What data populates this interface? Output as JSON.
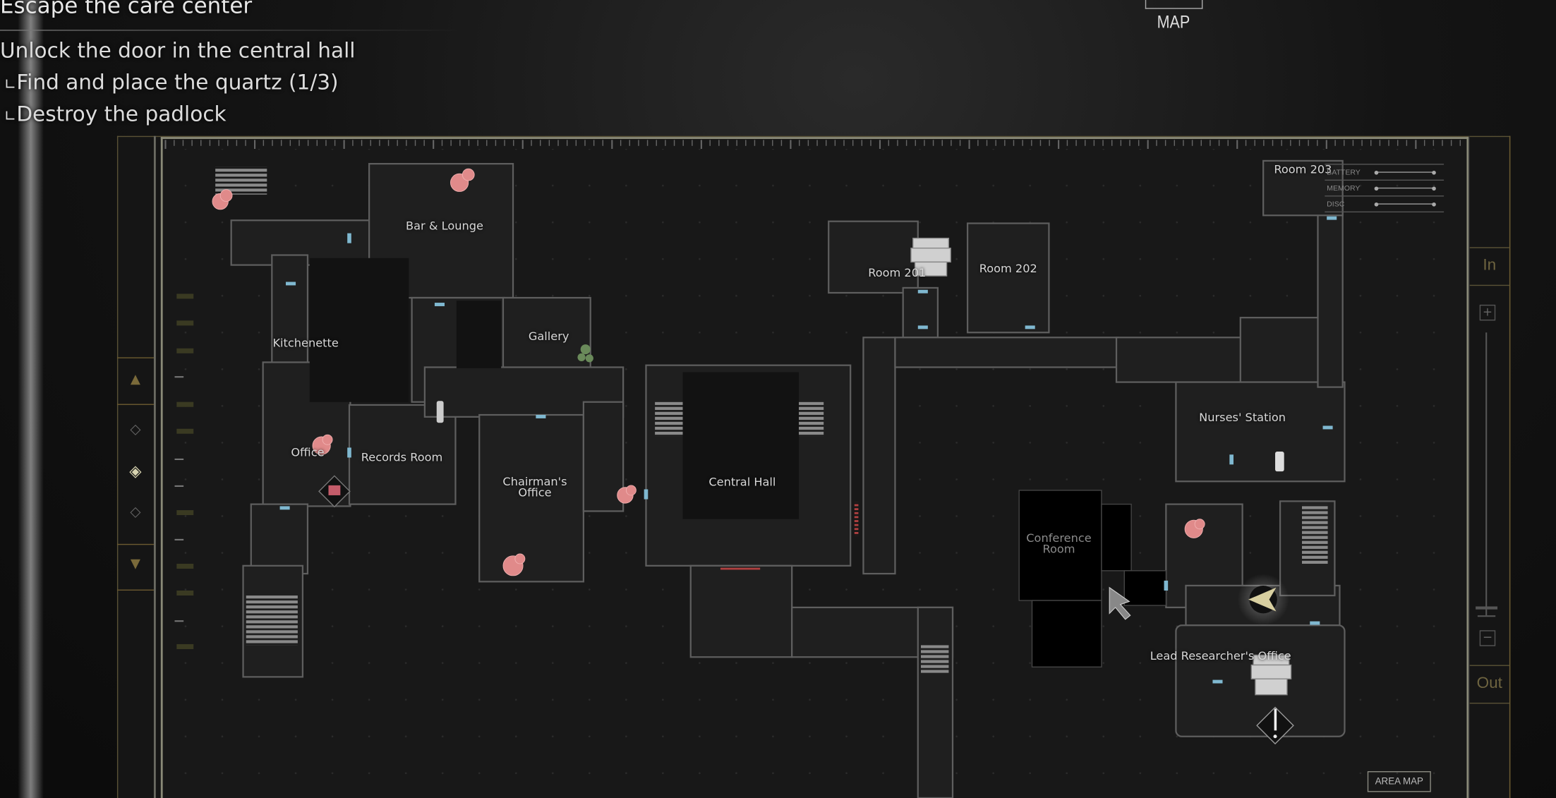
{
  "objectives": {
    "title": "Escape the care center",
    "main": "Unlock the door in the central hall",
    "subtasks": [
      {
        "prefix": "∟",
        "label": "Find and place the quartz (1/3)"
      },
      {
        "prefix": "∟",
        "label": "Destroy the padlock"
      }
    ]
  },
  "header": {
    "tab_label": "MAP"
  },
  "rooms": [
    {
      "name": "Bar & Lounge"
    },
    {
      "name": "Kitchenette"
    },
    {
      "name": "Gallery"
    },
    {
      "name": "Office"
    },
    {
      "name": "Records Room"
    },
    {
      "name": "Chairman's\nOffice"
    },
    {
      "name": "Central Hall"
    },
    {
      "name": "Room 201"
    },
    {
      "name": "Room 202"
    },
    {
      "name": "Room 203"
    },
    {
      "name": "Nurses' Station"
    },
    {
      "name": "Conference\nRoom"
    },
    {
      "name": "Lead Researcher's Office"
    }
  ],
  "status": {
    "battery": "BATTERY",
    "memory": "MEMORY",
    "disc": "DISC"
  },
  "zoom": {
    "in": "In",
    "out": "Out",
    "plus": "+",
    "minus": "−"
  },
  "area_map_button": "AREA MAP",
  "colors": {
    "accent": "#7a6a3a",
    "door": "#7fb8d0",
    "player": "#d8cfa0",
    "item": "#e08a8a"
  }
}
